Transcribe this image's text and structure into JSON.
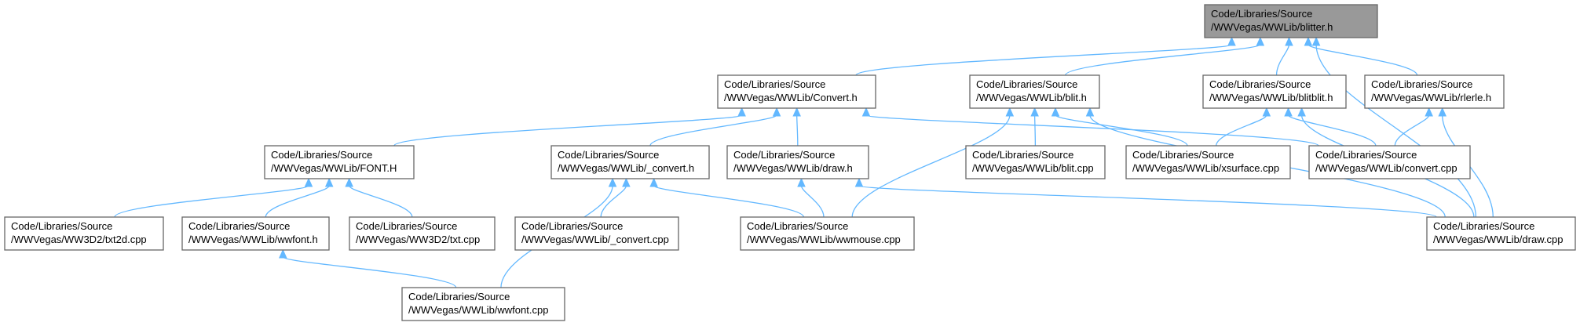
{
  "graph": {
    "colors": {
      "edge": "#63b8ff",
      "node_border": "#666666",
      "root_fill": "#999999",
      "node_fill": "#ffffff"
    },
    "nodes": [
      {
        "id": "blitter_h",
        "line1": "Code/Libraries/Source",
        "line2": "/WWVegas/WWLib/blitter.h",
        "root": true
      },
      {
        "id": "convert_h",
        "line1": "Code/Libraries/Source",
        "line2": "/WWVegas/WWLib/Convert.h"
      },
      {
        "id": "blit_h",
        "line1": "Code/Libraries/Source",
        "line2": "/WWVegas/WWLib/blit.h"
      },
      {
        "id": "blitblit_h",
        "line1": "Code/Libraries/Source",
        "line2": "/WWVegas/WWLib/blitblit.h"
      },
      {
        "id": "rlerle_h",
        "line1": "Code/Libraries/Source",
        "line2": "/WWVegas/WWLib/rlerle.h"
      },
      {
        "id": "font_h",
        "line1": "Code/Libraries/Source",
        "line2": "/WWVegas/WWLib/FONT.H"
      },
      {
        "id": "uconvert_h",
        "line1": "Code/Libraries/Source",
        "line2": "/WWVegas/WWLib/_convert.h"
      },
      {
        "id": "draw_h",
        "line1": "Code/Libraries/Source",
        "line2": "/WWVegas/WWLib/draw.h"
      },
      {
        "id": "blit_cpp",
        "line1": "Code/Libraries/Source",
        "line2": "/WWVegas/WWLib/blit.cpp"
      },
      {
        "id": "xsurface_cpp",
        "line1": "Code/Libraries/Source",
        "line2": "/WWVegas/WWLib/xsurface.cpp"
      },
      {
        "id": "convert_cpp",
        "line1": "Code/Libraries/Source",
        "line2": "/WWVegas/WWLib/convert.cpp"
      },
      {
        "id": "txt2d_cpp",
        "line1": "Code/Libraries/Source",
        "line2": "/WWVegas/WW3D2/txt2d.cpp"
      },
      {
        "id": "wwfont_h",
        "line1": "Code/Libraries/Source",
        "line2": "/WWVegas/WWLib/wwfont.h"
      },
      {
        "id": "txt_cpp",
        "line1": "Code/Libraries/Source",
        "line2": "/WWVegas/WW3D2/txt.cpp"
      },
      {
        "id": "uconvert_cpp",
        "line1": "Code/Libraries/Source",
        "line2": "/WWVegas/WWLib/_convert.cpp"
      },
      {
        "id": "wwmouse_cpp",
        "line1": "Code/Libraries/Source",
        "line2": "/WWVegas/WWLib/wwmouse.cpp"
      },
      {
        "id": "draw_cpp",
        "line1": "Code/Libraries/Source",
        "line2": "/WWVegas/WWLib/draw.cpp"
      },
      {
        "id": "wwfont_cpp",
        "line1": "Code/Libraries/Source",
        "line2": "/WWVegas/WWLib/wwfont.cpp"
      }
    ],
    "edges": [
      {
        "from": "convert_h",
        "to": "blitter_h"
      },
      {
        "from": "blit_h",
        "to": "blitter_h"
      },
      {
        "from": "blitblit_h",
        "to": "blitter_h"
      },
      {
        "from": "rlerle_h",
        "to": "blitter_h"
      },
      {
        "from": "draw_cpp",
        "to": "blitter_h"
      },
      {
        "from": "font_h",
        "to": "convert_h"
      },
      {
        "from": "uconvert_h",
        "to": "convert_h"
      },
      {
        "from": "draw_h",
        "to": "convert_h"
      },
      {
        "from": "convert_cpp",
        "to": "convert_h"
      },
      {
        "from": "blit_cpp",
        "to": "blit_h"
      },
      {
        "from": "xsurface_cpp",
        "to": "blit_h"
      },
      {
        "from": "wwmouse_cpp",
        "to": "blit_h"
      },
      {
        "from": "draw_cpp",
        "to": "blit_h"
      },
      {
        "from": "xsurface_cpp",
        "to": "blitblit_h"
      },
      {
        "from": "convert_cpp",
        "to": "blitblit_h"
      },
      {
        "from": "draw_cpp",
        "to": "blitblit_h"
      },
      {
        "from": "convert_cpp",
        "to": "rlerle_h"
      },
      {
        "from": "draw_cpp",
        "to": "rlerle_h"
      },
      {
        "from": "txt2d_cpp",
        "to": "font_h"
      },
      {
        "from": "wwfont_h",
        "to": "font_h"
      },
      {
        "from": "txt_cpp",
        "to": "font_h"
      },
      {
        "from": "uconvert_cpp",
        "to": "uconvert_h"
      },
      {
        "from": "wwmouse_cpp",
        "to": "uconvert_h"
      },
      {
        "from": "wwfont_cpp",
        "to": "uconvert_h"
      },
      {
        "from": "wwmouse_cpp",
        "to": "draw_h"
      },
      {
        "from": "draw_cpp",
        "to": "draw_h"
      },
      {
        "from": "wwfont_cpp",
        "to": "wwfont_h"
      }
    ]
  }
}
